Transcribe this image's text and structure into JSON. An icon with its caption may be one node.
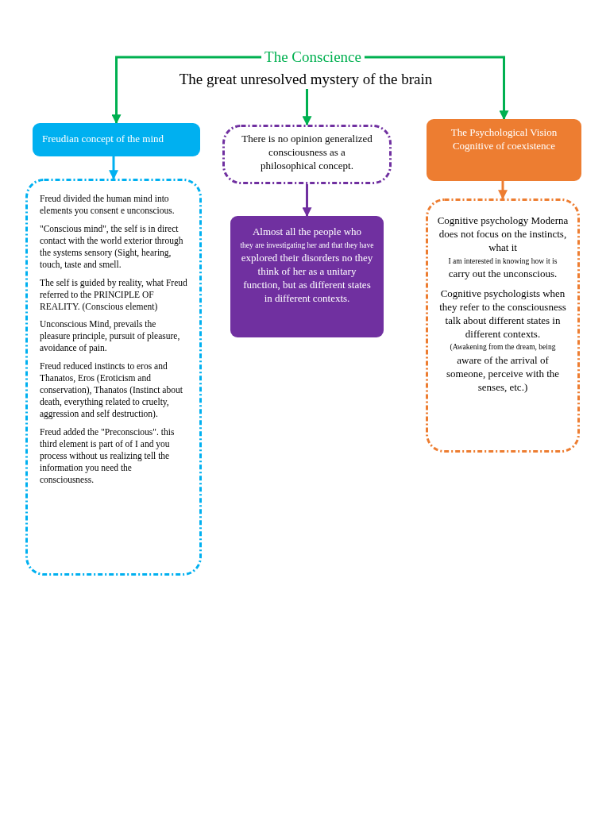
{
  "diagram": {
    "nodes": [
      {
        "text": [
          "The Conscience"
        ]
      },
      {
        "text": [
          "The great unresolved mystery of the brain"
        ]
      },
      {
        "text": [
          "Freudian concept of the mind"
        ]
      },
      {
        "text": [
          "There is no opinion generalized consciousness as a philosophical concept."
        ]
      },
      {
        "text": [
          "The Psychological Vision Cognitive of coexistence"
        ]
      },
      {
        "text": [
          "Freud divided the human mind into elements you consent e unconscious.",
          "\"Conscious mind\", the self is in direct contact with the world exterior through the systems sensory (Sight, hearing, touch, taste and smell.",
          "The self is guided by reality, what Freud referred to the PRINCIPLE OF REALITY. (Conscious element)",
          "Unconscious Mind, prevails the pleasure principle, pursuit of pleasure, avoidance of pain.",
          "Freud reduced instincts to eros and Thanatos, Eros (Eroticism and conservation), Thanatos (Instinct about death, everything related to cruelty, aggression and self destruction).",
          "Freud added the \"Preconscious\". this third element is part of of I and you process without us realizing tell the information you need the consciousness."
        ]
      },
      {
        "text": [
          "Almost all the people who",
          "they are investigating her and that they have",
          "explored their disorders no they think of her as a unitary function, but as different states in different contexts."
        ]
      },
      {
        "text": [
          "Cognitive psychology Moderna does not focus on the instincts, what it",
          "I am interested in knowing how it is",
          "carry out the unconscious.",
          "Cognitive psychologists when they refer to the consciousness talk about different states in different contexts.",
          "(Awakening from the dream, being",
          "aware of the arrival of someone, perceive with the senses, etc.)"
        ]
      }
    ],
    "edges": [
      {
        "from": 0,
        "to": 2,
        "arrow": "to",
        "color": "#00b050"
      },
      {
        "from": 0,
        "to": 4,
        "arrow": "to",
        "color": "#00b050"
      },
      {
        "from": 1,
        "to": 3,
        "arrow": "to",
        "color": "#00b050"
      },
      {
        "from": 2,
        "to": 5,
        "arrow": "to",
        "color": "#00b0f0"
      },
      {
        "from": 3,
        "to": 6,
        "arrow": "to",
        "color": "#7030a0"
      },
      {
        "from": 4,
        "to": 7,
        "arrow": "to",
        "color": "#ed7d31"
      }
    ]
  }
}
